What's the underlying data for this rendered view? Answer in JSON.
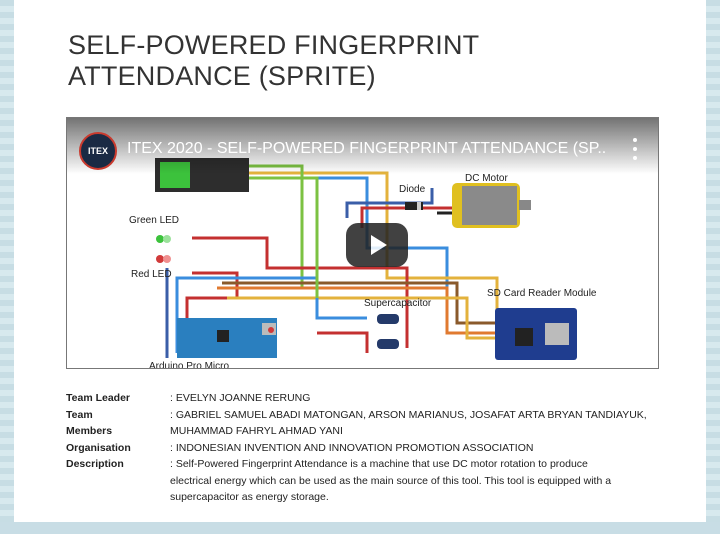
{
  "page": {
    "title_line1": "SELF-POWERED FINGERPRINT",
    "title_line2": "ATTENDANCE (SPRITE)"
  },
  "video": {
    "channel_badge": "ITEX",
    "title": "ITEX 2020 - SELF-POWERED FINGERPRINT ATTENDANCE (SP...",
    "diagram_labels": {
      "green_led": "Green LED",
      "red_led": "Red LED",
      "diode": "Diode",
      "dc_motor": "DC Motor",
      "supercapacitor": "Supercapacitor",
      "sd_card": "SD Card Reader Module",
      "arduino": "Arduino Pro Micro"
    }
  },
  "details": [
    {
      "key": "Team Leader",
      "value": ": EVELYN JOANNE RERUNG"
    },
    {
      "key": "Team",
      "value": ": GABRIEL SAMUEL ABADI MATONGAN, ARSON MARIANUS, JOSAFAT ARTA BRYAN TANDIAYUK,"
    },
    {
      "key": "Members",
      "value": "MUHAMMAD FAHRYL AHMAD YANI"
    },
    {
      "key": "Organisation",
      "value": ": INDONESIAN INVENTION AND INNOVATION PROMOTION ASSOCIATION"
    },
    {
      "key": "Description",
      "value": ": Self-Powered Fingerprint Attendance is a machine that use DC motor rotation to produce"
    },
    {
      "key": "",
      "value": "electrical energy which can be used as the main source of this tool. This tool is equipped with a"
    },
    {
      "key": "",
      "value": "supercapacitor as energy storage."
    }
  ]
}
